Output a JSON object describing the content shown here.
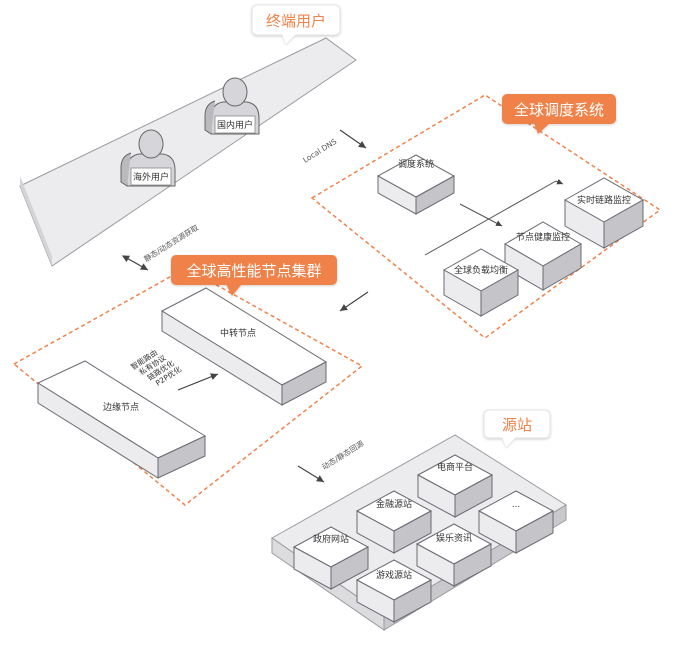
{
  "sections": {
    "end_users": {
      "title": "终端用户",
      "domestic_user": "国内用户",
      "overseas_user": "海外用户"
    },
    "scheduling": {
      "title": "全球调度系统",
      "dispatch_system": "调度系统",
      "realtime_link_monitor": "实时链路监控",
      "node_health_monitor": "节点健康监控",
      "global_load_balance": "全球负载均衡"
    },
    "node_cluster": {
      "title": "全球高性能节点集群",
      "relay_node": "中转节点",
      "edge_node": "边缘节点",
      "optimizations": [
        "智能路由",
        "私有协议",
        "链路优化",
        "P2P优化"
      ]
    },
    "origin": {
      "title": "源站",
      "ecommerce": "电商平台",
      "finance": "金融源站",
      "ellipsis": "...",
      "government": "政府网站",
      "entertainment": "娱乐资讯",
      "gaming": "游戏源站"
    }
  },
  "flow_labels": {
    "local_dns": "Local DNS",
    "static_dynamic": "静态/动态资源获取",
    "fetch_origin": "动态/静态回源"
  },
  "colors": {
    "accent": "#f0824a",
    "box_top": "#ffffff",
    "box_left": "#ececef",
    "box_right": "#c4c4c9",
    "stroke": "#6a6a73"
  }
}
